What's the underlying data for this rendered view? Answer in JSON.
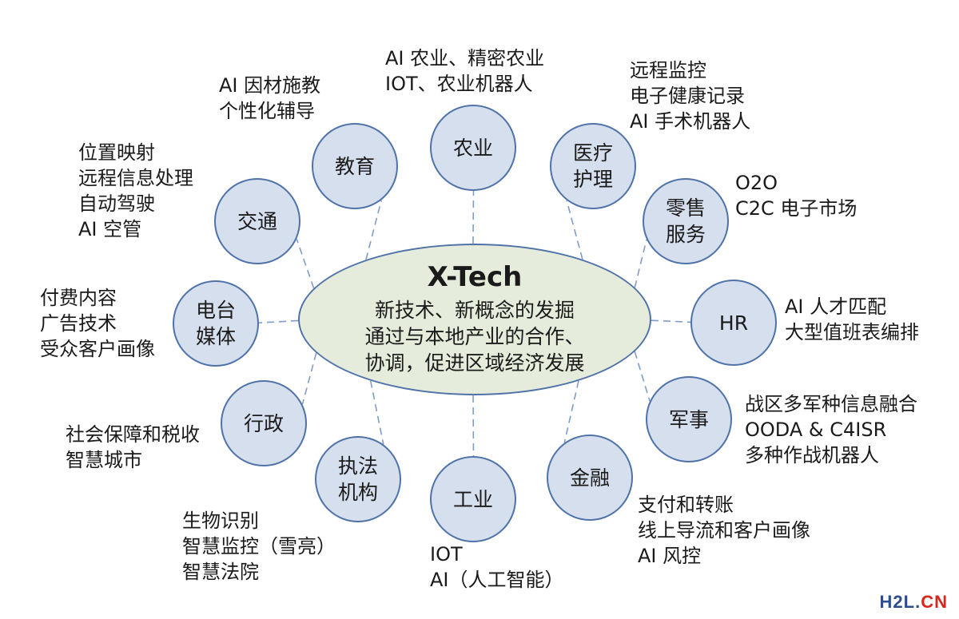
{
  "colors": {
    "node_fill": "#d6dfee",
    "center_fill": "#e5ecdb",
    "border": "#4f72a8",
    "connector": "#7f9ccb"
  },
  "center": {
    "title": "X-Tech",
    "lines": [
      "新技术、新概念的发掘",
      "通过与本地产业的合作、",
      "协调，促进区域经济发展"
    ]
  },
  "nodes": [
    {
      "id": "education",
      "lines": [
        "教育"
      ],
      "notes": [
        "AI 因材施教",
        "个性化辅导"
      ]
    },
    {
      "id": "agriculture",
      "lines": [
        "农业"
      ],
      "notes": [
        "AI 农业、精密农业",
        "IOT、农业机器人"
      ]
    },
    {
      "id": "healthcare",
      "lines": [
        "医疗",
        "护理"
      ],
      "notes": [
        "远程监控",
        "电子健康记录",
        "AI 手术机器人"
      ]
    },
    {
      "id": "retail",
      "lines": [
        "零售",
        "服务"
      ],
      "notes": [
        "O2O",
        "C2C 电子市场"
      ]
    },
    {
      "id": "hr",
      "lines": [
        "HR"
      ],
      "notes": [
        "AI 人才匹配",
        "大型值班表编排"
      ]
    },
    {
      "id": "military",
      "lines": [
        "军事"
      ],
      "notes": [
        "战区多军种信息融合",
        "OODA & C4ISR",
        "多种作战机器人"
      ]
    },
    {
      "id": "finance",
      "lines": [
        "金融"
      ],
      "notes": [
        "支付和转账",
        "线上导流和客户画像",
        "AI 风控"
      ]
    },
    {
      "id": "industry",
      "lines": [
        "工业"
      ],
      "notes": [
        "IOT",
        "AI（人工智能）"
      ]
    },
    {
      "id": "law-enforcement",
      "lines": [
        "执法",
        "机构"
      ],
      "notes": [
        "生物识别",
        "智慧监控（雪亮）",
        "智慧法院"
      ]
    },
    {
      "id": "administration",
      "lines": [
        "行政"
      ],
      "notes": [
        "社会保障和税收",
        "智慧城市"
      ]
    },
    {
      "id": "broadcasting",
      "lines": [
        "电台",
        "媒体"
      ],
      "notes": [
        "付费内容",
        "广告技术",
        "受众客户画像"
      ]
    },
    {
      "id": "transport",
      "lines": [
        "交通"
      ],
      "notes": [
        "位置映射",
        "远程信息处理",
        "自动驾驶",
        "AI 空管"
      ]
    }
  ],
  "watermark": {
    "part_a": "H2L.",
    "part_b": "CN"
  }
}
